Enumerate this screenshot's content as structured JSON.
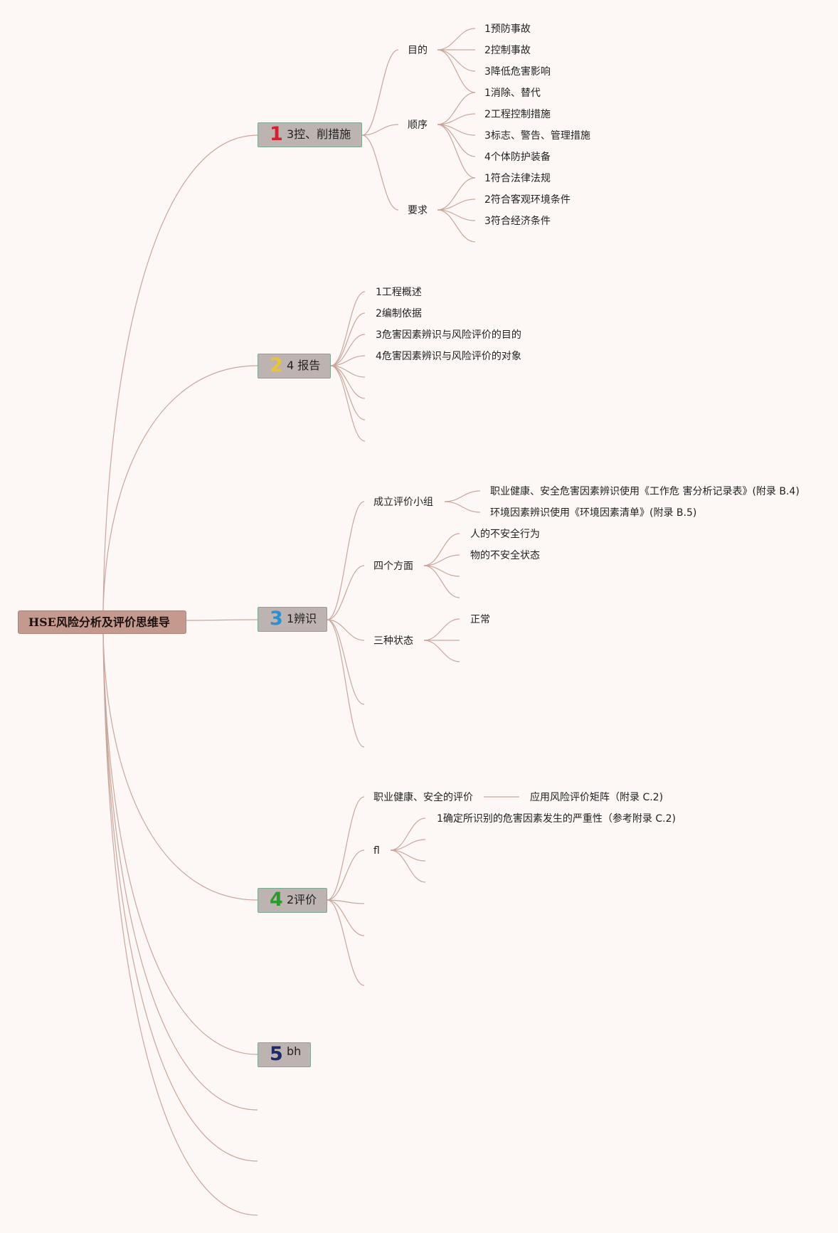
{
  "root": {
    "label": "HSE风险分析及评价思维导"
  },
  "branches": [
    {
      "number": "1",
      "number_color": "#d3202e",
      "label": "3控、削措施"
    },
    {
      "number": "2",
      "number_color": "#e9c43a",
      "label": "4 报告"
    },
    {
      "number": "3",
      "number_color": "#2d8ed0",
      "label": "1辨识"
    },
    {
      "number": "4",
      "number_color": "#2b9a2c",
      "label": "2评价"
    },
    {
      "number": "5",
      "number_color": "#1b2a6e",
      "label": "bh"
    }
  ],
  "b1": {
    "purpose": {
      "label": "目的",
      "items": [
        "1预防事故",
        "2控制事故",
        "3降低危害影响"
      ]
    },
    "order": {
      "label": "顺序",
      "items": [
        "1消除、替代",
        "2工程控制措施",
        "3标志、警告、管理措施",
        "4个体防护装备"
      ]
    },
    "requirements": {
      "label": "要求",
      "items": [
        "1符合法律法规",
        "2符合客观环境条件",
        "3符合经济条件"
      ]
    }
  },
  "b2": {
    "items": [
      "1工程概述",
      "2编制依据",
      "3危害因素辨识与风险评价的目的",
      "4危害因素辨识与风险评价的对象"
    ]
  },
  "b3": {
    "team": {
      "label": "成立评价小组",
      "items": [
        "职业健康、安全危害因素辨识使用《工作危 害分析记录表》(附录 B.4)",
        "环境因素辨识使用《环境因素清单》(附录 B.5)"
      ]
    },
    "aspects": {
      "label": "四个方面",
      "items": [
        "人的不安全行为",
        "物的不安全状态"
      ]
    },
    "states": {
      "label": "三种状态",
      "items": [
        "正常"
      ]
    }
  },
  "b4": {
    "ohs": {
      "label": "职业健康、安全的评价",
      "child": "应用风险评价矩阵（附录 C.2)"
    },
    "fl": {
      "label": "fl",
      "items": [
        "1确定所识别的危害因素发生的严重性（参考附录 C.2)"
      ]
    }
  },
  "colors": {
    "link": "#c9a79c",
    "root_fill": "#c59a8e",
    "branch_fill": "#bdb3b0",
    "branch_border": "#7ea892",
    "background": "#fdf8f6"
  }
}
